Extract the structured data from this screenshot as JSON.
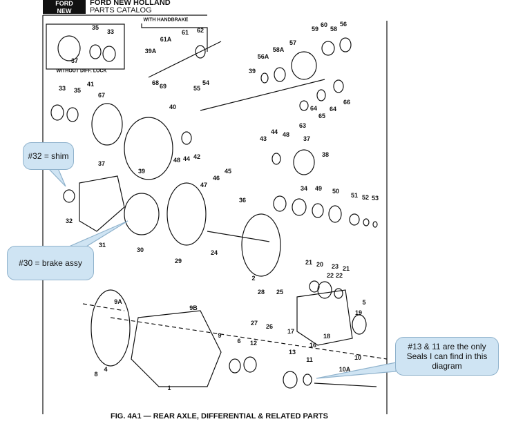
{
  "header": {
    "logo_top": "FORD",
    "logo_bottom": "NEW HOLLAND",
    "brand": "FORD NEW HOLLAND",
    "subtitle": "PARTS CATALOG"
  },
  "diagram": {
    "with_handbrake": "WITH HANDBRAKE",
    "without_diff_lock": "WITHOUT DIFF. LOCK",
    "caption": "FIG. 4A1 — REAR AXLE, DIFFERENTIAL & RELATED PARTS",
    "part_labels": [
      "35",
      "33",
      "37",
      "61A",
      "61",
      "62",
      "39A",
      "59",
      "60",
      "58",
      "56",
      "56A",
      "58A",
      "57",
      "39",
      "55",
      "54",
      "41",
      "33",
      "35",
      "67",
      "68",
      "69",
      "40",
      "66",
      "64",
      "64",
      "65",
      "63",
      "44",
      "48",
      "37",
      "43",
      "38",
      "48",
      "44",
      "42",
      "45",
      "46",
      "47",
      "39",
      "37",
      "32",
      "31",
      "30",
      "29",
      "24",
      "2",
      "36",
      "34",
      "49",
      "50",
      "51",
      "52",
      "53",
      "21",
      "20",
      "23",
      "22",
      "22",
      "21",
      "28",
      "25",
      "5",
      "19",
      "27",
      "26",
      "17",
      "18",
      "16",
      "9A",
      "9B",
      "9",
      "6",
      "12",
      "13",
      "11",
      "10",
      "10A",
      "8",
      "4",
      "1"
    ]
  },
  "callouts": [
    {
      "text": "#32 = shim"
    },
    {
      "text": "#30 = brake assy"
    },
    {
      "text": "#13 & 11 are the only Seals I can find in this diagram"
    }
  ],
  "colors": {
    "callout_fill": "#cfe4f3",
    "callout_border": "#8fb2cc",
    "ink": "#111111"
  }
}
